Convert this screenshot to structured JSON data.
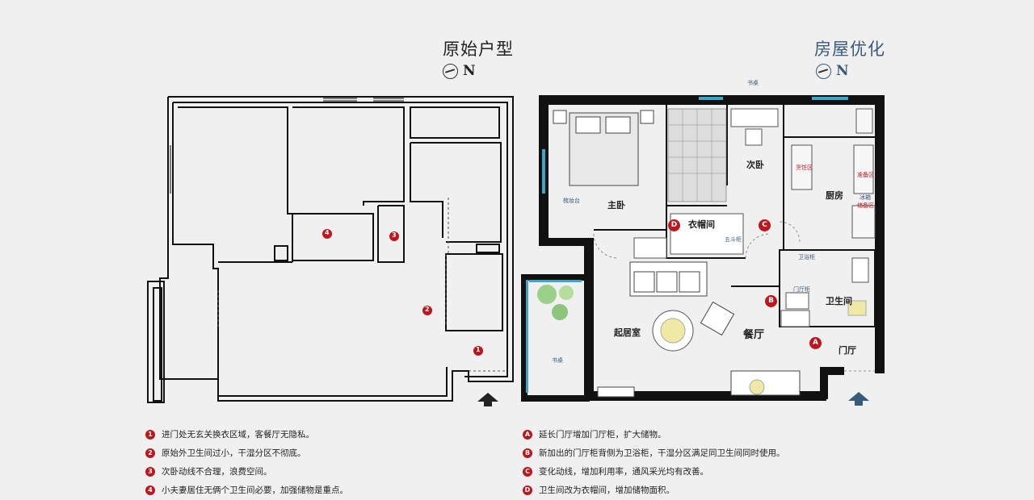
{
  "titles": {
    "original": "原始户型",
    "optimized": "房屋优化"
  },
  "north_label": "N",
  "original_plan": {
    "markers": [
      "4",
      "3",
      "2",
      "1"
    ]
  },
  "optimized_plan": {
    "rooms": {
      "master": "主卧",
      "second": "次卧",
      "kitchen": "厨房",
      "cloakroom": "衣帽间",
      "living": "起居室",
      "dining": "餐厅",
      "bathroom": "卫生间",
      "foyer": "门厅"
    },
    "furniture": {
      "dressing_table": "梳妆台",
      "chest": "五斗柜",
      "bath_cabinet": "卫浴柜",
      "foyer_cabinet": "门厅柜",
      "desk_top": "书桌",
      "desk_left": "书桌",
      "prep_area": "准备区",
      "fridge": "冰箱",
      "storage_area": "储备区",
      "cooking_area": "烹饪区"
    },
    "markers": [
      "D",
      "C",
      "B",
      "A"
    ]
  },
  "notes_left": [
    {
      "marker": "1",
      "text": "进门处无玄关换衣区域，客餐厅无隐私。"
    },
    {
      "marker": "2",
      "text": "原始外卫生间过小，干湿分区不彻底。"
    },
    {
      "marker": "3",
      "text": "次卧动线不合理，浪费空间。"
    },
    {
      "marker": "4",
      "text": "小夫妻居住无俩个卫生间必要，加强储物是重点。"
    }
  ],
  "notes_right": [
    {
      "marker": "A",
      "text": "延长门厅增加门厅柜，扩大储物。"
    },
    {
      "marker": "B",
      "text": "新加出的门厅柜背侧为卫浴柜，干湿分区满足同卫生间同时使用。"
    },
    {
      "marker": "C",
      "text": "变化动线，增加利用率，通风采光均有改善。"
    },
    {
      "marker": "D",
      "text": "卫生间改为衣帽间，增加储物面积。"
    }
  ],
  "colors": {
    "accent_red": "#c0151c",
    "wall_black": "#111111",
    "window_blue": "#3aa7c9",
    "title_blue": "#3a5a7a"
  }
}
